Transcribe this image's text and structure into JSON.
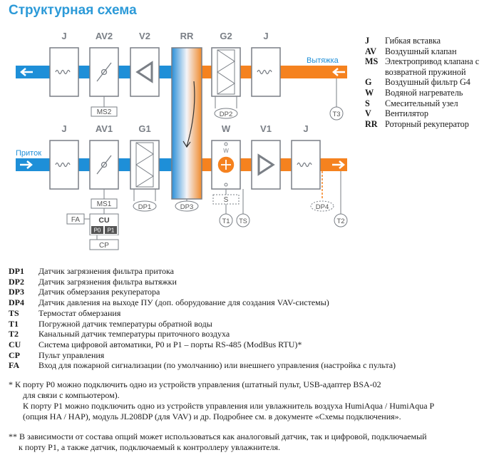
{
  "title": "Структурная схема",
  "diagram": {
    "top_row": [
      "J",
      "AV2",
      "V2",
      "RR",
      "G2",
      "J"
    ],
    "bottom_row": [
      "J",
      "AV1",
      "G1",
      "W",
      "V1",
      "J"
    ],
    "exhaust_label": "Вытяжка",
    "supply_label": "Приток",
    "sensors": {
      "ms2": "MS2",
      "ms1": "MS1",
      "dp1": "DP1",
      "dp2": "DP2",
      "dp3": "DP3",
      "dp4": "DP4",
      "t1": "T1",
      "t2": "T2",
      "t3": "T3",
      "ts": "TS",
      "s": "S",
      "fa": "FA",
      "cu": "CU",
      "p0": "P0",
      "p1": "P1",
      "cp": "CP",
      "w_small": "W"
    },
    "colors": {
      "blue": "#1e8fd8",
      "orange": "#f5821f",
      "gray": "#7a7f86"
    }
  },
  "legend": [
    {
      "code": "J",
      "text": "Гибкая вставка"
    },
    {
      "code": "AV",
      "text": "Воздушный клапан"
    },
    {
      "code": "MS",
      "text": "Электропривод клапана с возвратной пружиной"
    },
    {
      "code": "G",
      "text": "Воздушный фильтр G4"
    },
    {
      "code": "W",
      "text": "Водяной нагреватель"
    },
    {
      "code": "S",
      "text": "Смесительный узел"
    },
    {
      "code": "V",
      "text": "Вентилятор"
    },
    {
      "code": "RR",
      "text": "Роторный рекуператор"
    }
  ],
  "definitions": [
    {
      "code": "DP1",
      "text": "Датчик загрязнения фильтра притока"
    },
    {
      "code": "DP2",
      "text": "Датчик загрязнения фильтра вытяжки"
    },
    {
      "code": "DP3",
      "text": "Датчик обмерзания рекуператора"
    },
    {
      "code": "DP4",
      "text": "Датчик давления на выходе ПУ (доп. оборудование для создания VAV-системы)"
    },
    {
      "code": "TS",
      "text": "Термостат обмерзания"
    },
    {
      "code": "T1",
      "text": "Погружной датчик температуры обратной воды"
    },
    {
      "code": "T2",
      "text": "Канальный датчик температуры приточного воздуха"
    },
    {
      "code": "CU",
      "text": "Система цифровой автоматики, P0 и P1 – порты RS-485 (ModBus RTU)*"
    },
    {
      "code": "CP",
      "text": "Пульт управления"
    },
    {
      "code": "FA",
      "text": "Вход для пожарной сигнализации (по умолчанию) или внешнего управления (настройка с пульта)"
    }
  ],
  "notes": {
    "n1_line1": "* К порту P0 можно подключить одно из устройств управления (штатный пульт, USB-адаптер BSA-02",
    "n1_line2": "для связи с компьютером).",
    "n1_line3": "К порту P1 можно подключить одно из устройств управления или увлажнитель воздуха HumiAqua / HumiAqua P",
    "n1_line4": "(опция HA / HAP), модуль JL208DP (для VAV) и др. Подробнее см. в документе «Схемы подключения».",
    "n2_line1": "** В зависимости от состава опций может использоваться как аналоговый датчик, так и цифровой, подключаемый",
    "n2_line2": "к порту P1, а также датчик, подключаемый к контроллеру увлажнителя."
  }
}
